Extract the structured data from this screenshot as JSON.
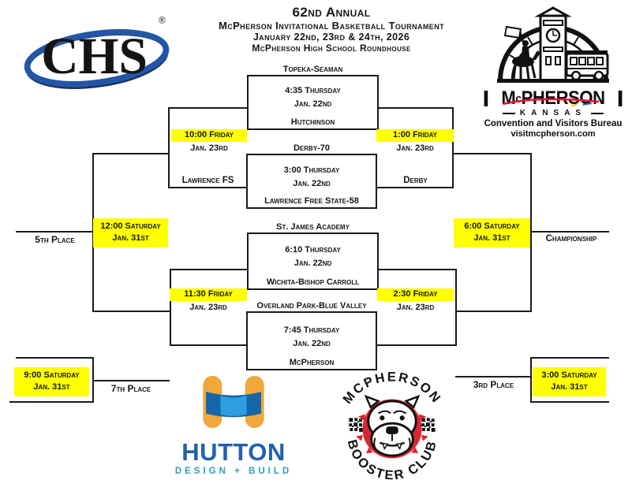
{
  "colors": {
    "highlight_yellow": "#FFFF00",
    "line_black": "#1A1A1A",
    "chs_blue": "#2456A8",
    "cvb_red": "#E8112D",
    "hutton_orange": "#F0A73B",
    "hutton_dark_blue": "#1566A9",
    "hutton_light_blue": "#2D9FE0",
    "hutton_text_blue": "#2161AE",
    "hutton_teal": "#2E9EBB",
    "booster_red": "#D7282F"
  },
  "header": {
    "line1": "62nd Annual",
    "line2": "McPherson Invitational Basketball Tournament",
    "line3": "January 22nd, 23rd & 24th, 2026",
    "line4": "McPherson High School Roundhouse"
  },
  "logos": {
    "chs": {
      "wordmark": "CHS",
      "registered": "®"
    },
    "cvb": {
      "city_m": "M",
      "city_c": "c",
      "city_rest": "PHERSON",
      "state": "KANSAS",
      "line1": "Convention and Visitors Bureau",
      "line2": "visitmcpherson.com"
    },
    "hutton": {
      "wordmark": "HUTTON",
      "tagline": "DESIGN + BUILD"
    },
    "booster": {
      "arc_top": "MCPHERSON",
      "arc_bottom": "BOOSTER CLUB"
    }
  },
  "bracket": {
    "first_round": [
      {
        "top_team": "Topeka-Seaman",
        "time": "4:35 Thursday",
        "date": "Jan. 22nd",
        "bottom_team": "Hutchinson"
      },
      {
        "top_team": "Derby-70",
        "time": "3:00 Thursday",
        "date": "Jan. 22nd",
        "bottom_team": "Lawrence Free State-58"
      },
      {
        "top_team": "St. James Academy",
        "time": "6:10 Thursday",
        "date": "Jan. 22nd",
        "bottom_team": "Wichita-Bishop Carroll"
      },
      {
        "top_team": "Overland Park-Blue Valley",
        "time": "7:45 Thursday",
        "date": "Jan. 22nd",
        "bottom_team": "McPherson"
      }
    ],
    "consolation_semi_upper": {
      "time": "10:00 Friday",
      "date": "Jan. 23rd"
    },
    "championship_semi_upper": {
      "time": "1:00 Friday",
      "date": "Jan. 23rd"
    },
    "consolation_semi_lower": {
      "time": "11:30 Friday",
      "date": "Jan. 23rd"
    },
    "championship_semi_lower": {
      "time": "2:30 Friday",
      "date": "Jan. 23rd"
    },
    "advancing_teams": {
      "left_of_game2": "Lawrence FS",
      "right_of_game2": "Derby"
    },
    "fifth_place": {
      "label": "5th Place",
      "time": "12:00 Saturday",
      "date": "Jan. 31st"
    },
    "championship": {
      "label": "Championship",
      "time": "6:00 Saturday",
      "date": "Jan. 31st"
    },
    "seventh_place": {
      "label": "7th Place",
      "time": "9:00 Saturday",
      "date": "Jan. 31st"
    },
    "third_place": {
      "label": "3rd Place",
      "time": "3:00 Saturday",
      "date": "Jan. 31st"
    }
  }
}
